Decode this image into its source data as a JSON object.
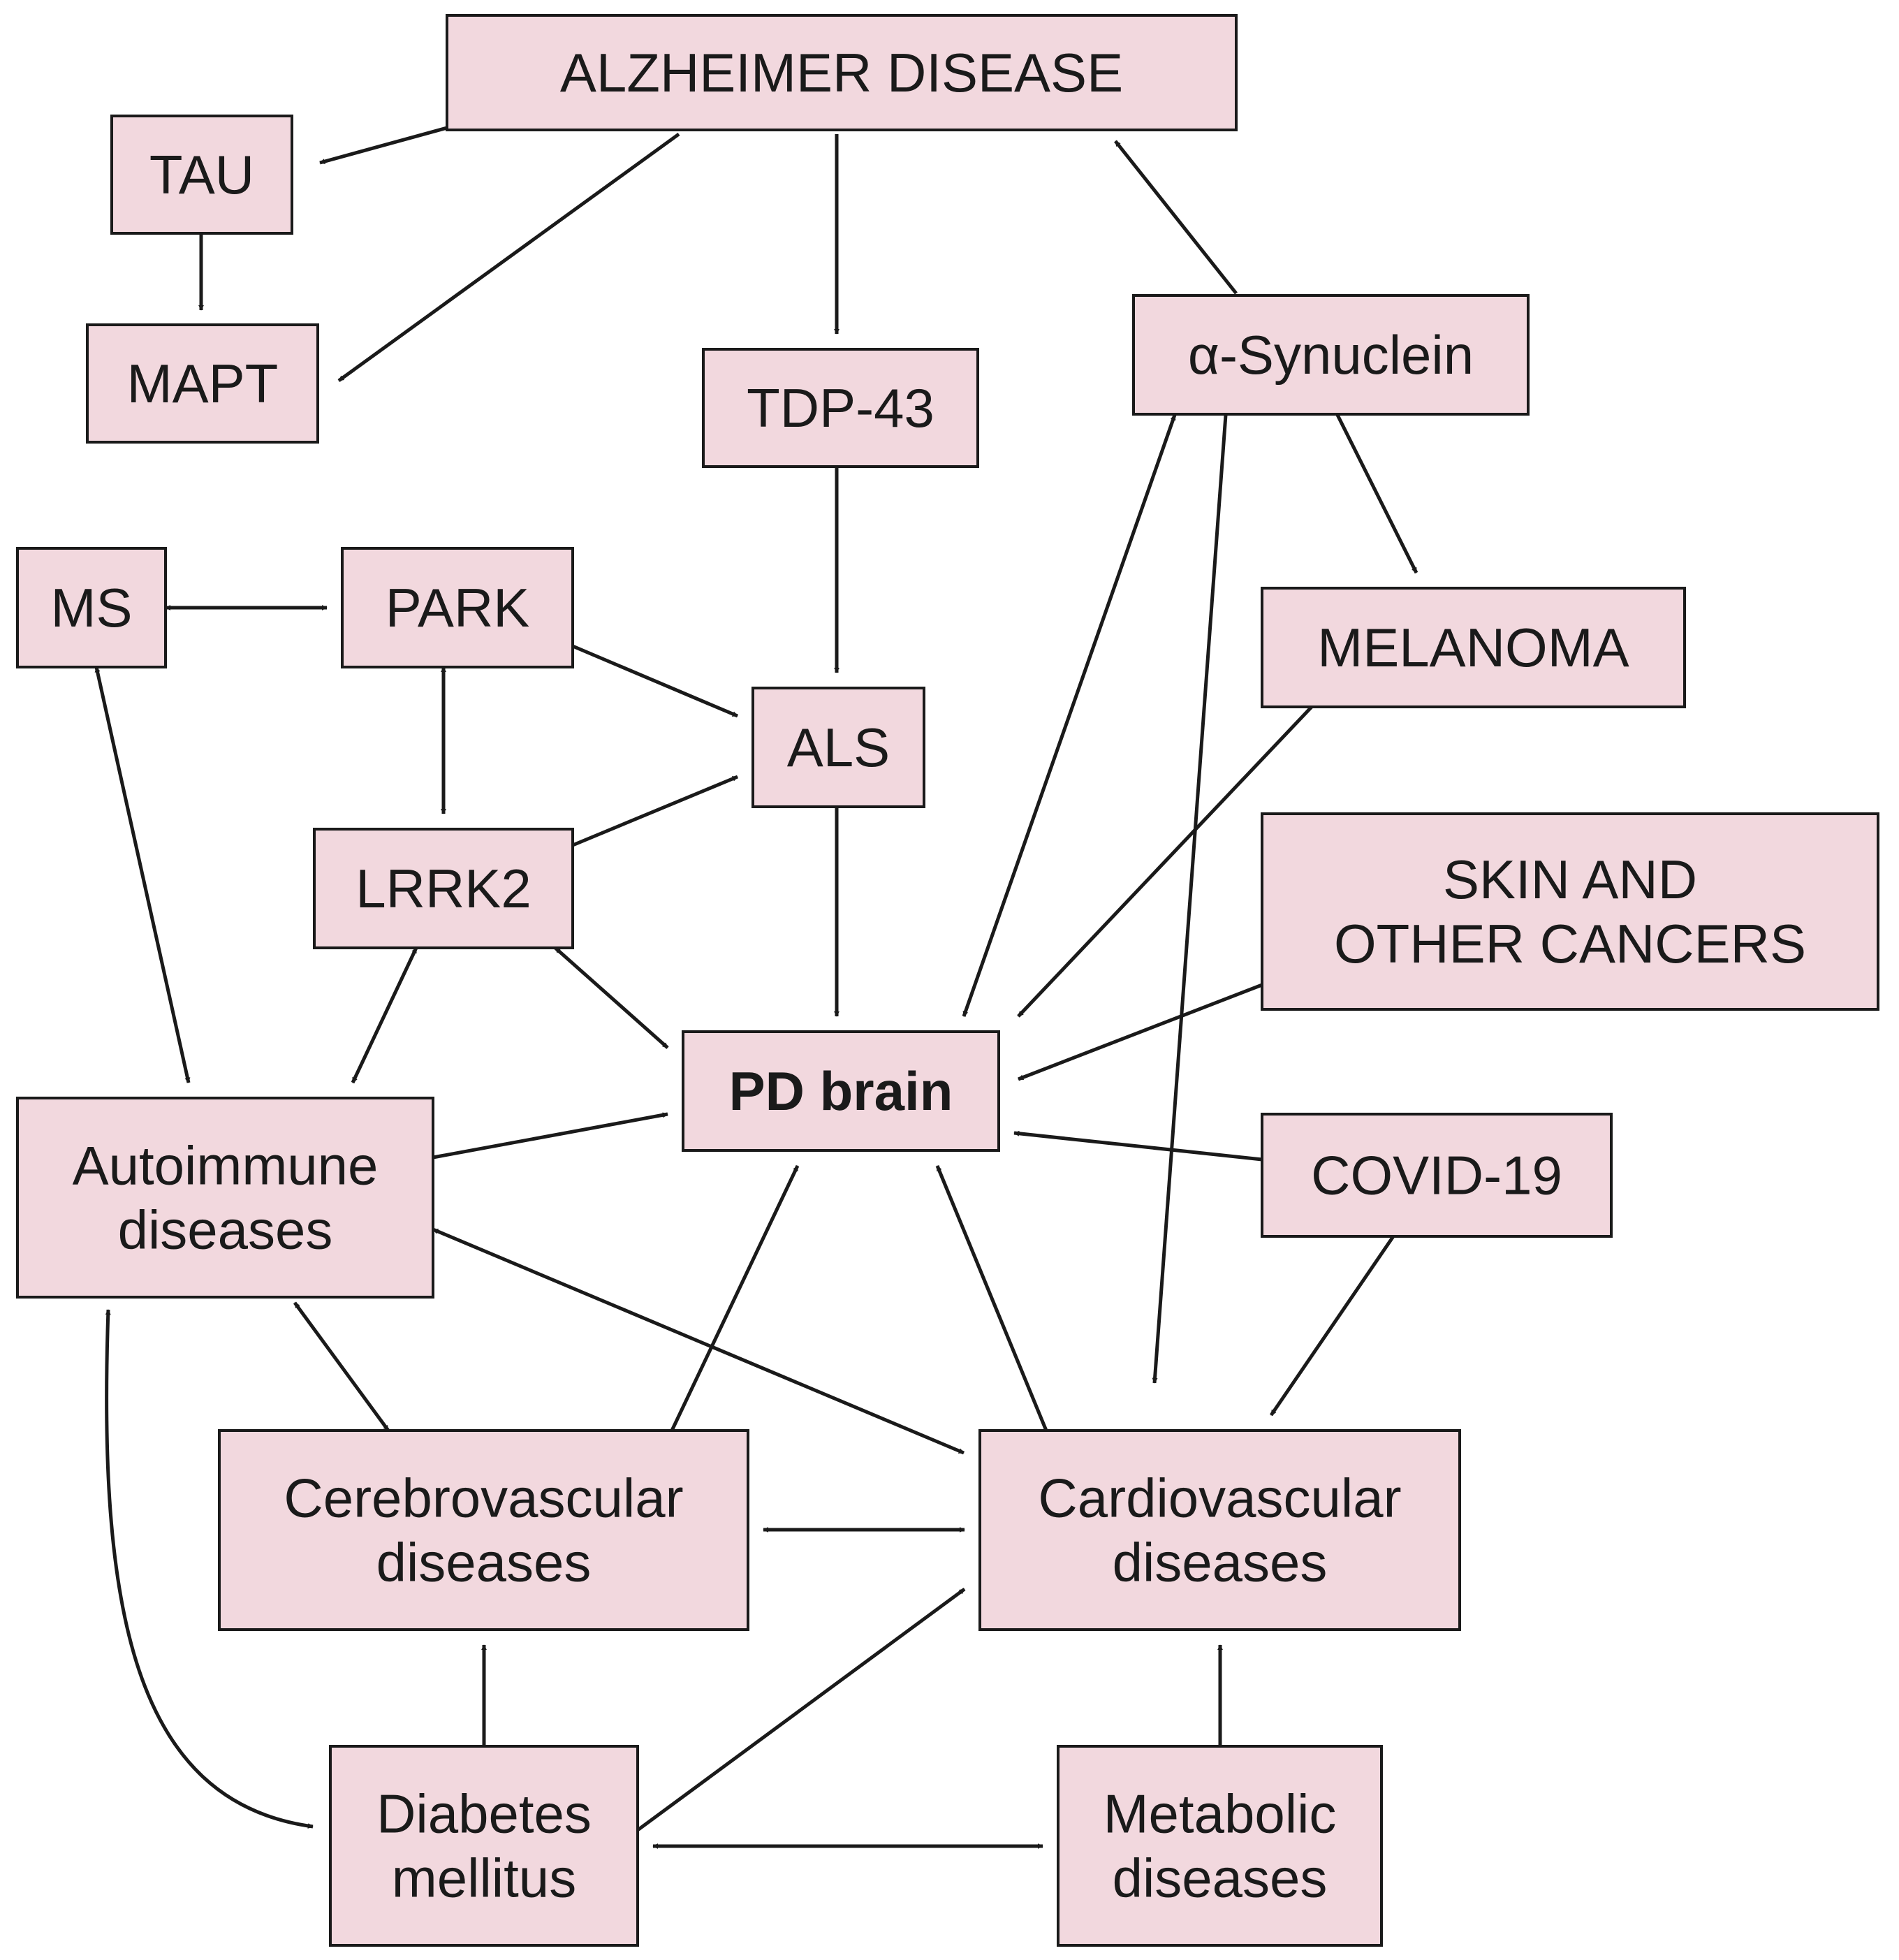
{
  "colors": {
    "box_fill": "#f2d8de",
    "stroke": "#1a1a1a",
    "background": "#ffffff"
  },
  "nodes": {
    "alzheimer": {
      "lines": [
        "ALZHEIMER DISEASE"
      ]
    },
    "tau": {
      "lines": [
        "TAU"
      ]
    },
    "mapt": {
      "lines": [
        "MAPT"
      ]
    },
    "tdp43": {
      "lines": [
        "TDP-43"
      ]
    },
    "synuclein": {
      "lines": [
        "α-Synuclein"
      ]
    },
    "ms": {
      "lines": [
        "MS"
      ]
    },
    "park": {
      "lines": [
        "PARK"
      ]
    },
    "melanoma": {
      "lines": [
        "MELANOMA"
      ]
    },
    "als": {
      "lines": [
        "ALS"
      ]
    },
    "lrrk2": {
      "lines": [
        "LRRK2"
      ]
    },
    "skin": {
      "lines": [
        "SKIN AND",
        "OTHER CANCERS"
      ]
    },
    "pd": {
      "lines": [
        "PD brain"
      ]
    },
    "autoimmune": {
      "lines": [
        "Autoimmune",
        "diseases"
      ]
    },
    "covid": {
      "lines": [
        "COVID-19"
      ]
    },
    "cerebro": {
      "lines": [
        "Cerebrovascular",
        "diseases"
      ]
    },
    "cardio": {
      "lines": [
        "Cardiovascular",
        "diseases"
      ]
    },
    "diabetes": {
      "lines": [
        "Diabetes",
        "mellitus"
      ]
    },
    "metabolic": {
      "lines": [
        "Metabolic",
        "diseases"
      ]
    }
  },
  "edges": [
    {
      "from": "alzheimer",
      "to": "tau",
      "type": "directed"
    },
    {
      "from": "alzheimer",
      "to": "mapt",
      "type": "directed"
    },
    {
      "from": "alzheimer",
      "to": "tdp43",
      "type": "directed"
    },
    {
      "from": "tau",
      "to": "mapt",
      "type": "directed"
    },
    {
      "from": "synuclein",
      "to": "alzheimer",
      "type": "directed"
    },
    {
      "from": "synuclein",
      "to": "melanoma",
      "type": "directed"
    },
    {
      "from": "synuclein",
      "to": "cardio",
      "type": "directed"
    },
    {
      "from": "synuclein",
      "to": "pd",
      "type": "bidirectional"
    },
    {
      "from": "tdp43",
      "to": "als",
      "type": "directed"
    },
    {
      "from": "ms",
      "to": "park",
      "type": "bidirectional"
    },
    {
      "from": "ms",
      "to": "autoimmune",
      "type": "bidirectional"
    },
    {
      "from": "park",
      "to": "als",
      "type": "directed"
    },
    {
      "from": "park",
      "to": "lrrk2",
      "type": "bidirectional"
    },
    {
      "from": "lrrk2",
      "to": "als",
      "type": "directed"
    },
    {
      "from": "lrrk2",
      "to": "pd",
      "type": "bidirectional"
    },
    {
      "from": "lrrk2",
      "to": "autoimmune",
      "type": "bidirectional"
    },
    {
      "from": "als",
      "to": "pd",
      "type": "directed"
    },
    {
      "from": "melanoma",
      "to": "pd",
      "type": "directed"
    },
    {
      "from": "skin",
      "to": "pd",
      "type": "directed"
    },
    {
      "from": "covid",
      "to": "pd",
      "type": "directed"
    },
    {
      "from": "covid",
      "to": "cardio",
      "type": "directed"
    },
    {
      "from": "autoimmune",
      "to": "pd",
      "type": "directed"
    },
    {
      "from": "autoimmune",
      "to": "cardio",
      "type": "bidirectional"
    },
    {
      "from": "autoimmune",
      "to": "cerebro",
      "type": "bidirectional"
    },
    {
      "from": "autoimmune",
      "to": "diabetes",
      "type": "bidirectional"
    },
    {
      "from": "cerebro",
      "to": "pd",
      "type": "directed"
    },
    {
      "from": "cardio",
      "to": "pd",
      "type": "directed"
    },
    {
      "from": "cerebro",
      "to": "cardio",
      "type": "bidirectional"
    },
    {
      "from": "diabetes",
      "to": "cerebro",
      "type": "directed"
    },
    {
      "from": "diabetes",
      "to": "cardio",
      "type": "directed"
    },
    {
      "from": "metabolic",
      "to": "cardio",
      "type": "directed"
    },
    {
      "from": "diabetes",
      "to": "metabolic",
      "type": "bidirectional"
    }
  ]
}
